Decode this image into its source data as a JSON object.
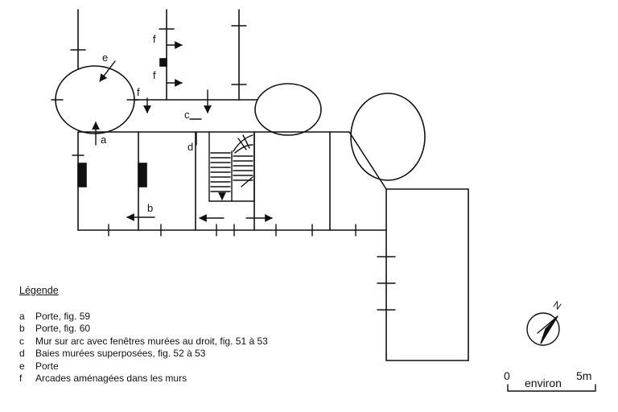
{
  "plan_labels": {
    "a": "a",
    "b": "b",
    "c": "c",
    "d": "d",
    "e": "e",
    "f": "f"
  },
  "legend": {
    "title": "Légende",
    "items": [
      {
        "key": "a",
        "text": "Porte, fig. 59"
      },
      {
        "key": "b",
        "text": "Porte, fig. 60"
      },
      {
        "key": "c",
        "text": "Mur sur arc avec fenêtres murées au droit, fig. 51 à 53"
      },
      {
        "key": "d",
        "text": "Baies murées superposées, fig. 52 à 53"
      },
      {
        "key": "e",
        "text": "Porte"
      },
      {
        "key": "f",
        "text": "Arcades aménagées dans les murs"
      }
    ]
  },
  "scale": {
    "start": "0",
    "end": "5m",
    "caption": "environ"
  },
  "north": {
    "label": "N"
  }
}
